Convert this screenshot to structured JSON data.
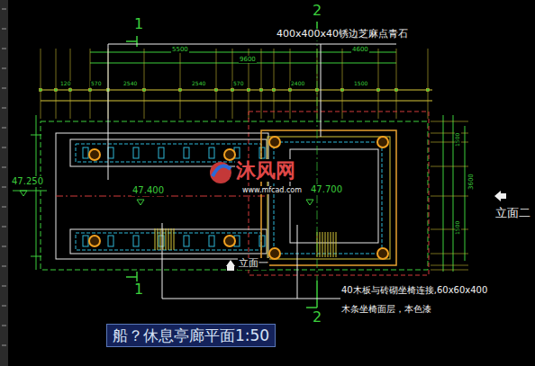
{
  "diagram": {
    "title": "船？休息亭廊平面1:50",
    "labels": [
      "1",
      "2",
      "400x400x40锈边芝麻点青石",
      "5500",
      "4600",
      "9600",
      "120",
      "570",
      "2540",
      "2540",
      "570",
      "2400",
      "1500",
      "3600",
      "1500",
      "1500",
      "47.250",
      "47.400",
      "47.700",
      "沐风网",
      "www.mfcad.com",
      "立面二",
      "1",
      "立面一",
      "2",
      "40木板与砖砌坐椅连接,60x60x400",
      "木条坐椅面层，本色漆"
    ]
  }
}
